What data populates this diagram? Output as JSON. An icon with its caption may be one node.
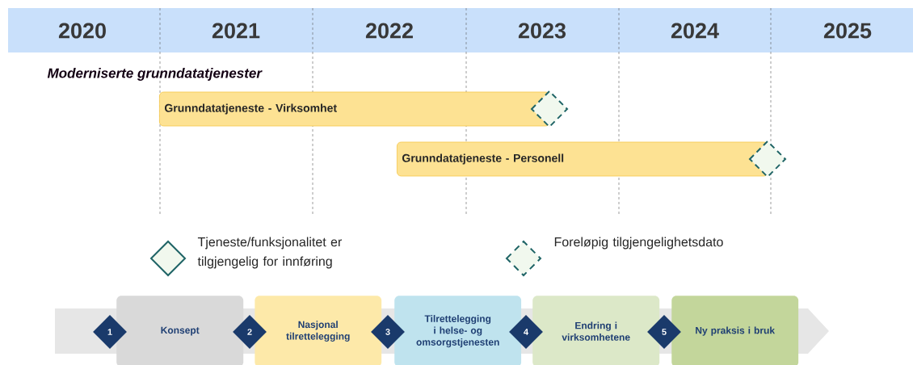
{
  "diagram": {
    "nodes": [
      {
        "text": [
          "Grunndatatjeneste - Virksomhet"
        ]
      },
      {
        "text": [
          "Grunndatatjeneste - Personell"
        ]
      },
      {
        "text": [
          "Konsept"
        ]
      },
      {
        "text": [
          "Nasjonal tilrettelegging"
        ]
      },
      {
        "text": [
          "Tilrettelegging i helse- og omsorgstjenesten"
        ]
      },
      {
        "text": [
          "Endring i virksomhetene"
        ]
      },
      {
        "text": [
          "Ny praksis i bruk"
        ]
      },
      {
        "text": [
          "1"
        ]
      },
      {
        "text": [
          "2"
        ]
      },
      {
        "text": [
          "3"
        ]
      },
      {
        "text": [
          "4"
        ]
      },
      {
        "text": [
          "5"
        ]
      }
    ],
    "edges": [],
    "labels": [
      "2020",
      "2021",
      "2022",
      "2023",
      "2024",
      "2025",
      "Moderniserte grunndatatjenester"
    ],
    "legend": [
      {
        "text": "Tjeneste/funksjonalitet er tilgjengelig for innføring"
      },
      {
        "text": "Foreløpig tilgjengelighetsdato"
      }
    ]
  }
}
